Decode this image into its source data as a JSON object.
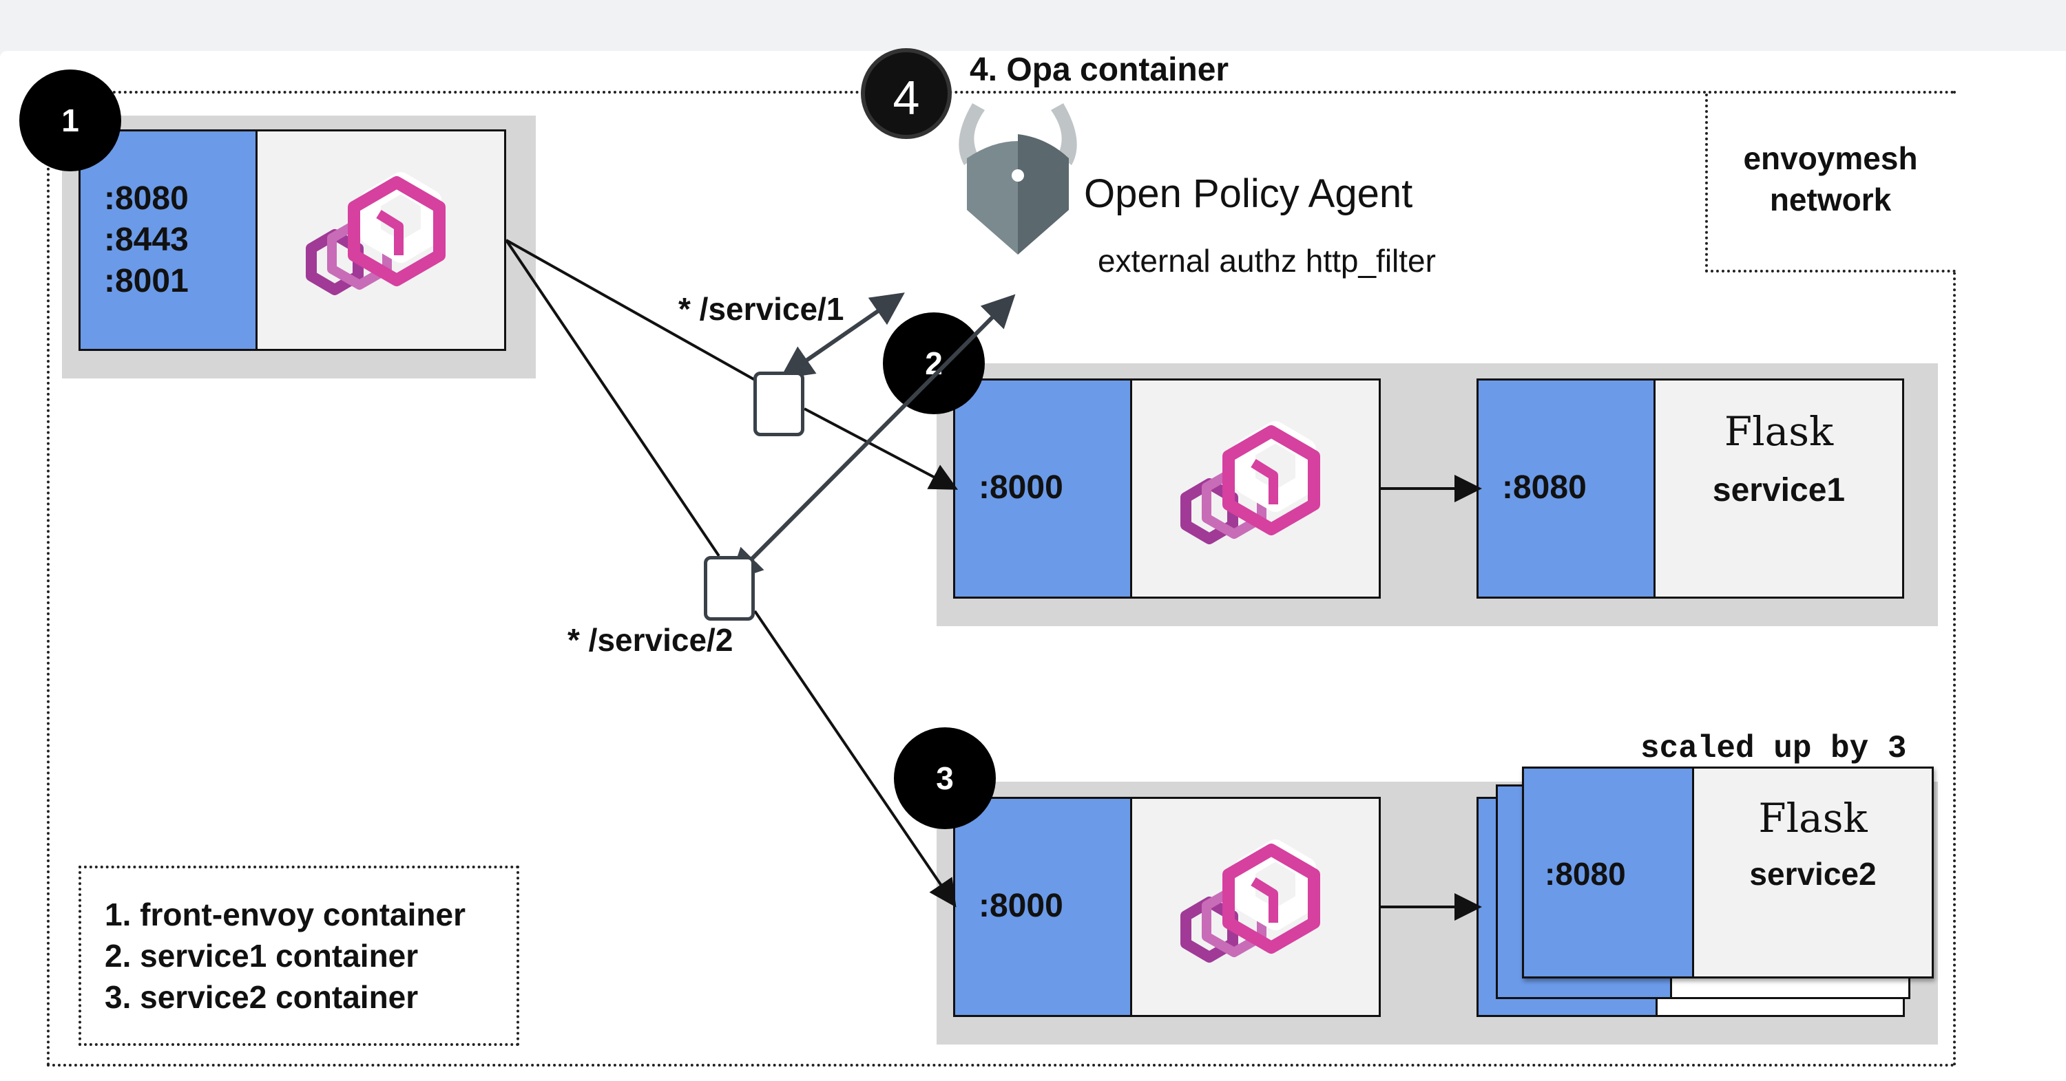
{
  "opa": {
    "badge": "4",
    "title": "4. Opa container",
    "name": "Open Policy Agent",
    "subtitle": "external authz http_filter"
  },
  "network_label": "envoymesh\nnetwork",
  "front_envoy": {
    "badge": "1",
    "ports": ":8080\n:8443\n:8001"
  },
  "routes": {
    "service1": "* /service/1",
    "service2": "* /service/2"
  },
  "service1": {
    "badge": "2",
    "envoy_port": ":8000",
    "app_port": ":8080",
    "framework": "Flask",
    "name": "service1"
  },
  "service2": {
    "badge": "3",
    "envoy_port": ":8000",
    "app_port": ":8080",
    "framework": "Flask",
    "name": "service2",
    "scale_note": "scaled up by 3"
  },
  "legend": {
    "items": [
      "1. front-envoy container",
      "2. service1 container",
      "3. service2 container"
    ]
  },
  "colors": {
    "port_blue": "#6b9ae8",
    "envoy_magenta": "#d6409f",
    "envoy_purple": "#a03a96",
    "opa_gray": "#6f7f85"
  }
}
